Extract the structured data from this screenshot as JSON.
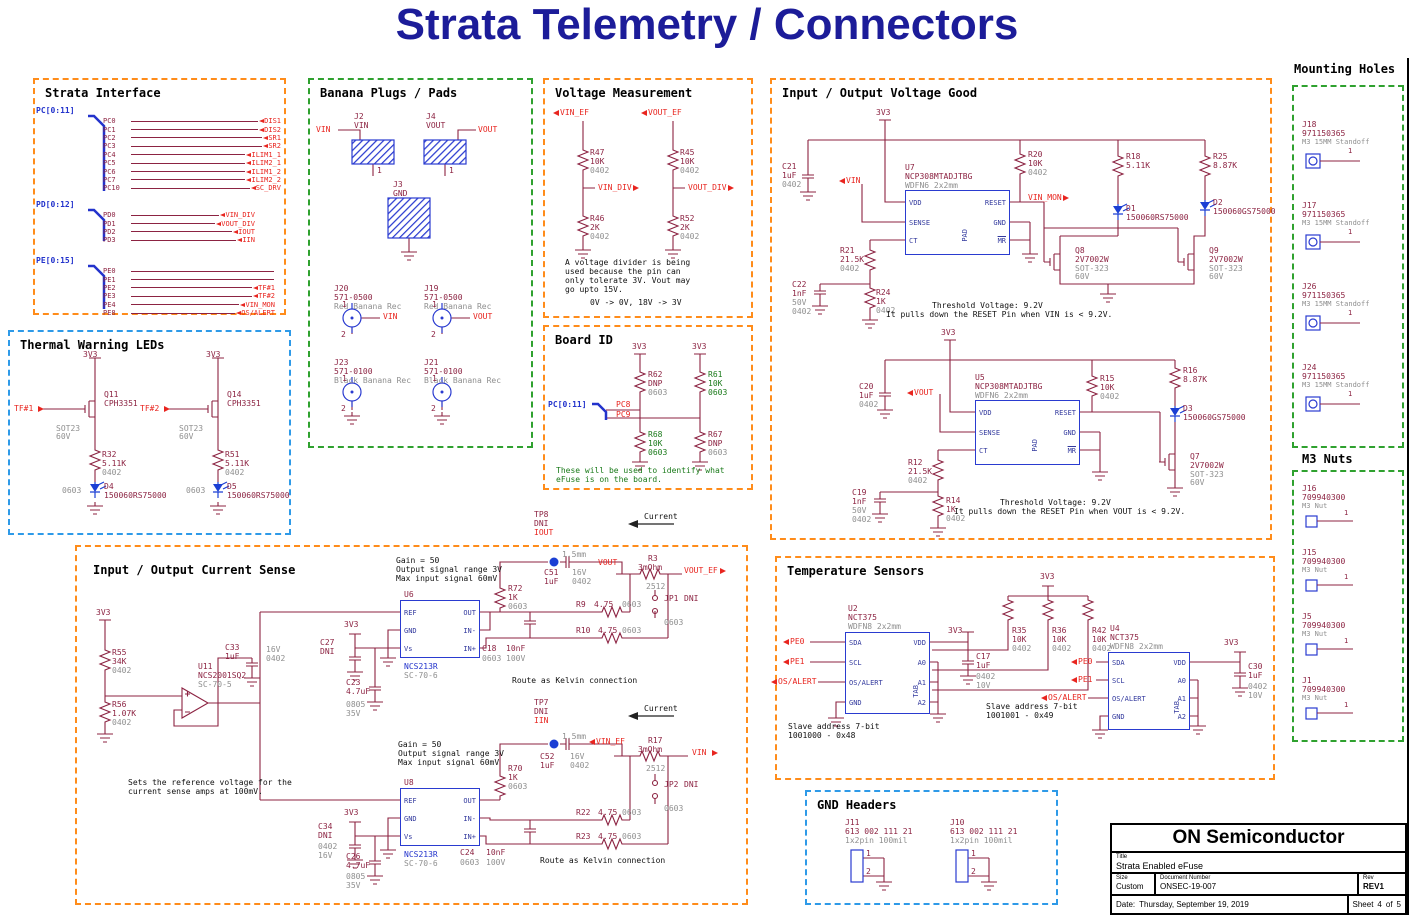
{
  "page_title": "Strata Telemetry / Connectors",
  "nets": {
    "v3": "3V3",
    "vin": "VIN",
    "vout": "VOUT",
    "vin_ef": "VIN_EF",
    "vout_ef": "VOUT_EF",
    "vin_div": "VIN_DIV",
    "vout_div": "VOUT_DIV",
    "vin_mon": "VIN_MON",
    "iout": "IOUT",
    "iin": "IIN",
    "tf1": "TF#1",
    "tf2": "TF#2",
    "os_alert": "OS/ALERT",
    "pe0": "PE0",
    "pe1": "PE1",
    "pc8": "PC8",
    "pc9": "PC9",
    "gnd": "GND"
  },
  "strata_interface": {
    "title": "Strata Interface",
    "pc_bus": "PC[0:11]",
    "pd_bus": "PD[0:12]",
    "pe_bus": "PE[0:15]",
    "pc_rows": [
      {
        "pin": "PC0",
        "net": "DIS1"
      },
      {
        "pin": "PC1",
        "net": "DIS2"
      },
      {
        "pin": "PC2",
        "net": "SR1"
      },
      {
        "pin": "PC3",
        "net": "SR2"
      },
      {
        "pin": "PC4",
        "net": "ILIM1_1"
      },
      {
        "pin": "PC5",
        "net": "ILIM2_1"
      },
      {
        "pin": "PC6",
        "net": "ILIM1_2"
      },
      {
        "pin": "PC7",
        "net": "ILIM2_2"
      },
      {
        "pin": "PC10",
        "net": "SC_DRV"
      }
    ],
    "pd_rows": [
      {
        "pin": "PD0",
        "net": "VIN_DIV"
      },
      {
        "pin": "PD1",
        "net": "VOUT_DIV"
      },
      {
        "pin": "PD2",
        "net": "IOUT"
      },
      {
        "pin": "PD3",
        "net": "IIN"
      }
    ],
    "pe_rows": [
      {
        "pin": "PE0",
        "net": ""
      },
      {
        "pin": "PE1",
        "net": ""
      },
      {
        "pin": "PE2",
        "net": "TF#1"
      },
      {
        "pin": "PE3",
        "net": "TF#2"
      },
      {
        "pin": "PE4",
        "net": "VIN_MON"
      },
      {
        "pin": "PE8",
        "net": "OS/ALERT"
      }
    ]
  },
  "thermal_leds": {
    "title": "Thermal Warning LEDs",
    "left": {
      "q_ref": "Q11",
      "q_part": "CPH3351",
      "pkg": "SOT23",
      "volt": "60V",
      "r_ref": "R32",
      "r_val": "5.11K",
      "r_fp": "0402",
      "d_ref": "D4",
      "d_part": "150060RS75000",
      "d_fp": "0603"
    },
    "right": {
      "q_ref": "Q14",
      "q_part": "CPH3351",
      "pkg": "SOT23",
      "volt": "60V",
      "r_ref": "R51",
      "r_val": "5.11K",
      "r_fp": "0402",
      "d_ref": "D5",
      "d_part": "150060RS75000",
      "d_fp": "0603"
    }
  },
  "banana": {
    "title": "Banana Plugs / Pads",
    "j2": "J2",
    "j4": "J4",
    "j3": "J3",
    "j20": "J20",
    "j19": "J19",
    "j23": "J23",
    "j21": "J21",
    "p0500": "571-0500",
    "p0100": "571-0100",
    "red_rec": "Red Banana Rec",
    "black_rec": "Black Banana Rec",
    "pin1": "1",
    "pin2": "2"
  },
  "vmeas": {
    "title": "Voltage Measurement",
    "r47": {
      "ref": "R47",
      "val": "10K",
      "fp": "0402"
    },
    "r45": {
      "ref": "R45",
      "val": "10K",
      "fp": "0402"
    },
    "r46": {
      "ref": "R46",
      "val": "2K",
      "fp": "0402"
    },
    "r52": {
      "ref": "R52",
      "val": "2K",
      "fp": "0402"
    },
    "note": "A voltage divider is being\nused because the pin can\nonly tolerate 3V. Vout may\ngo upto 15V.",
    "note2": "0V -> 0V, 18V -> 3V"
  },
  "board_id": {
    "title": "Board ID",
    "bus": "PC[0:11]",
    "r62": {
      "ref": "R62",
      "val": "DNP",
      "fp": "0603"
    },
    "r61": {
      "ref": "R61",
      "val": "10K",
      "fp": "0603"
    },
    "r68": {
      "ref": "R68",
      "val": "10K",
      "fp": "0603"
    },
    "r67": {
      "ref": "R67",
      "val": "DNP",
      "fp": "0603"
    },
    "note": "These will be used to identify what\neFuse is on the board."
  },
  "vgood": {
    "title": "Input / Output Voltage Good",
    "u7": {
      "ref": "U7",
      "part": "NCP308MTADJTBG",
      "fp": "WDFN6 2x2mm"
    },
    "u5": {
      "ref": "U5",
      "part": "NCP308MTADJTBG",
      "fp": "WDFN6 2x2mm"
    },
    "ic_pins": {
      "l1": "VDD",
      "l2": "SENSE",
      "l3": "CT",
      "r1": "RESET",
      "r2": "GND",
      "r3": "MR",
      "pad": "PAD"
    },
    "c21": {
      "ref": "C21",
      "val": "1uF",
      "fp": "0402"
    },
    "c20": {
      "ref": "C20",
      "val": "1uF",
      "fp": "0402"
    },
    "c22": {
      "ref": "C22",
      "val": "1nF",
      "volt": "50V",
      "fp": "0402"
    },
    "c19": {
      "ref": "C19",
      "val": "1nF",
      "volt": "50V",
      "fp": "0402"
    },
    "r21": {
      "ref": "R21",
      "val": "21.5K",
      "fp": "0402"
    },
    "r12": {
      "ref": "R12",
      "val": "21.5K",
      "fp": "0402"
    },
    "r24": {
      "ref": "R24",
      "val": "1K",
      "fp": "0402"
    },
    "r14": {
      "ref": "R14",
      "val": "1K",
      "fp": "0402"
    },
    "r20": {
      "ref": "R20",
      "val": "10K",
      "fp": "0402"
    },
    "r15": {
      "ref": "R15",
      "val": "10K",
      "fp": "0402"
    },
    "r18": {
      "ref": "R18",
      "val": "5.11K"
    },
    "r25": {
      "ref": "R25",
      "val": "8.87K"
    },
    "r16": {
      "ref": "R16",
      "val": "8.87K"
    },
    "d1": {
      "ref": "D1",
      "part": "150060RS75000"
    },
    "d2": {
      "ref": "D2",
      "part": "150060GS75000"
    },
    "d3": {
      "ref": "D3",
      "part": "150060GS75000"
    },
    "q8": {
      "ref": "Q8",
      "part": "2V7002W",
      "pkg": "SOT-323",
      "volt": "60V"
    },
    "q9": {
      "ref": "Q9",
      "part": "2V7002W",
      "pkg": "SOT-323",
      "volt": "60V"
    },
    "q7": {
      "ref": "Q7",
      "part": "2V7002W",
      "pkg": "SOT-323",
      "volt": "60V"
    },
    "note_top_1": "Threshold Voltage: 9.2V",
    "note_top_2": "It pulls down the RESET Pin when VIN is < 9.2V.",
    "note_bot_1": "Threshold Voltage: 9.2V",
    "note_bot_2": "It pulls down the RESET Pin when VOUT is < 9.2V."
  },
  "mounting_holes": {
    "title": "Mounting Holes",
    "pin": "1",
    "items": [
      {
        "ref": "J18",
        "part": "971150365",
        "fp": "M3 15MM Standoff"
      },
      {
        "ref": "J17",
        "part": "971150365",
        "fp": "M3 15MM Standoff"
      },
      {
        "ref": "J26",
        "part": "971150365",
        "fp": "M3 15MM Standoff"
      },
      {
        "ref": "J24",
        "part": "971150365",
        "fp": "M3 15MM Standoff"
      }
    ]
  },
  "m3_nuts": {
    "title": "M3 Nuts",
    "pin": "1",
    "items": [
      {
        "ref": "J16",
        "part": "709940300",
        "fp": "M3 Nut"
      },
      {
        "ref": "J15",
        "part": "709940300",
        "fp": "M3 Nut"
      },
      {
        "ref": "J5",
        "part": "709940300",
        "fp": "M3 Nut"
      },
      {
        "ref": "J1",
        "part": "709940300",
        "fp": "M3 Nut"
      }
    ]
  },
  "isense": {
    "title": "Input / Output Current Sense",
    "amp_pins": {
      "l1": "REF",
      "l2": "GND",
      "l3": "Vs",
      "r1": "OUT",
      "r2": "IN-",
      "r3": "IN+"
    },
    "r55": {
      "ref": "R55",
      "val": "34K",
      "fp": "0402"
    },
    "r56": {
      "ref": "R56",
      "val": "1.07K",
      "fp": "0402"
    },
    "u11": {
      "ref": "U11",
      "part": "NCS2001SQ2",
      "fp": "SC-70-5"
    },
    "c33": {
      "ref": "C33",
      "val": "1uF",
      "volt": "16V",
      "fp": "0402"
    },
    "ref_note": "Sets the reference voltage for the\ncurrent sense amps at 100mV.",
    "gain_note": "Gain = 50\nOutput signal range 3V\nMax input signal 60mV",
    "kelvin": "Route as Kelvin connection",
    "current": "Current",
    "u6": {
      "ref": "U6",
      "part": "NCS213R",
      "fp": "SC-70-6"
    },
    "u8": {
      "ref": "U8",
      "part": "NCS213R",
      "fp": "SC-70-6"
    },
    "c27": {
      "ref": "C27",
      "val": "DNI"
    },
    "c34": {
      "ref": "C34",
      "val": "DNI",
      "fp": "0402",
      "volt": "16V"
    },
    "c23": {
      "ref": "C23",
      "val": "4.7uF",
      "fp": "0805",
      "volt": "35V"
    },
    "c26": {
      "ref": "C26",
      "val": "4.7uF",
      "fp": "0805",
      "volt": "35V"
    },
    "r72": {
      "ref": "R72",
      "val": "1K",
      "fp": "0603"
    },
    "r70": {
      "ref": "R70",
      "val": "1K",
      "fp": "0603"
    },
    "tp8": {
      "ref": "TP8",
      "dni": "DNI",
      "size": "1.5mm"
    },
    "tp7": {
      "ref": "TP7",
      "dni": "DNI",
      "size": "1.5mm"
    },
    "c51": {
      "ref": "C51",
      "val": "1uF",
      "volt": "16V",
      "fp": "0402"
    },
    "c52": {
      "ref": "C52",
      "val": "1uF",
      "volt": "16V",
      "fp": "0402"
    },
    "r3": {
      "ref": "R3",
      "val": "3mOhm",
      "fp": "2512"
    },
    "r17": {
      "ref": "R17",
      "val": "3mOhm",
      "fp": "2512"
    },
    "jp1": {
      "ref": "JP1",
      "val": "DNI",
      "fp": "0603"
    },
    "jp2": {
      "ref": "JP2",
      "val": "DNI",
      "fp": "0603"
    },
    "r9": {
      "ref": "R9",
      "val": "4.75",
      "fp": "0603"
    },
    "r10": {
      "ref": "R10",
      "val": "4.75",
      "fp": "0603"
    },
    "r22": {
      "ref": "R22",
      "val": "4.75",
      "fp": "0603"
    },
    "r23": {
      "ref": "R23",
      "val": "4.75",
      "fp": "0603"
    },
    "c18": {
      "ref": "C18",
      "val": "10nF",
      "fp": "0603",
      "volt": "100V"
    },
    "c24": {
      "ref": "C24",
      "val": "10nF",
      "fp": "0603",
      "volt": "100V"
    }
  },
  "temp": {
    "title": "Temperature Sensors",
    "u2": {
      "ref": "U2",
      "part": "NCT375",
      "fp": "WDFN8 2x2mm"
    },
    "u4": {
      "ref": "U4",
      "part": "NCT375",
      "fp": "WDFN8 2x2mm"
    },
    "pins": {
      "l1": "SDA",
      "l2": "SCL",
      "l3": "OS/ALERT",
      "l4": "GND",
      "r1": "VDD",
      "r2": "A0",
      "r3": "A1",
      "r4": "A2",
      "tab": "TAB"
    },
    "r35": {
      "ref": "R35",
      "val": "10K",
      "fp": "0402"
    },
    "r36": {
      "ref": "R36",
      "val": "10K",
      "fp": "0402"
    },
    "r42": {
      "ref": "R42",
      "val": "10K",
      "fp": "0402"
    },
    "c17": {
      "ref": "C17",
      "val": "1uF",
      "fp": "0402",
      "volt": "10V"
    },
    "c30": {
      "ref": "C30",
      "val": "1uF",
      "fp": "0402",
      "volt": "10V"
    },
    "addr48": "Slave address 7-bit\n1001000 - 0x48",
    "addr49": "Slave address 7-bit\n1001001 - 0x49"
  },
  "gnd_headers": {
    "title": "GND Headers",
    "j11": "J11",
    "j10": "J10",
    "part": "613 002 111 21",
    "fp": "1x2pin 100mil",
    "pin1": "1",
    "pin2": "2"
  },
  "title_block": {
    "company": "ON Semiconductor",
    "title_label": "Title",
    "title": "Strata Enabled eFuse",
    "size_label": "Size",
    "size": "Custom",
    "doc_label": "Document Number",
    "doc": "ONSEC-19-007",
    "rev_label": "Rev",
    "rev": "REV1",
    "date_label": "Date:",
    "date": "Thursday, September 19, 2019",
    "sheet_label": "Sheet",
    "sheet": "4",
    "of_label": "of",
    "total": "5"
  }
}
